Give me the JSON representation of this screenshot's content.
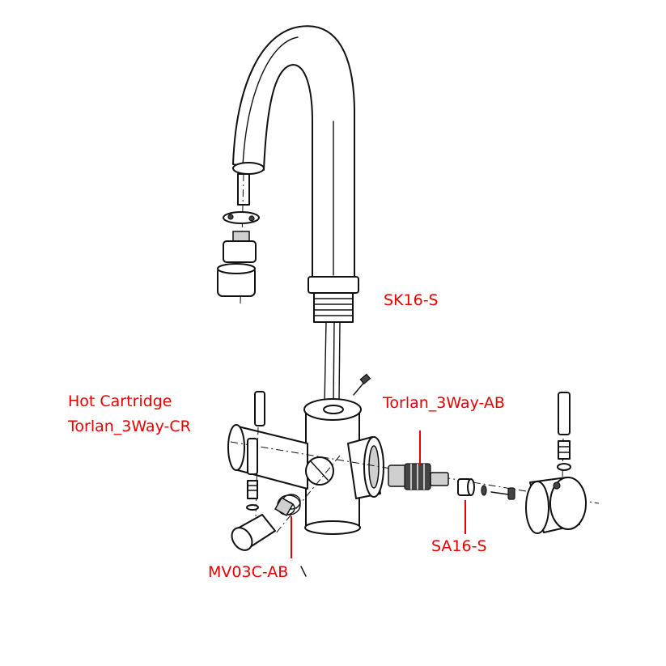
{
  "labels": {
    "spout": "SK16-S",
    "hot_cartridge_line1": "Hot Cartridge",
    "hot_cartridge_line2": "Torlan_3Way-CR",
    "cold_cartridge": "Torlan_3Way-AB",
    "handle_adapter": "SA16-S",
    "valve": "MV03C-AB"
  },
  "colors": {
    "label": "#e60000",
    "line": "#111111",
    "background": "#ffffff"
  }
}
